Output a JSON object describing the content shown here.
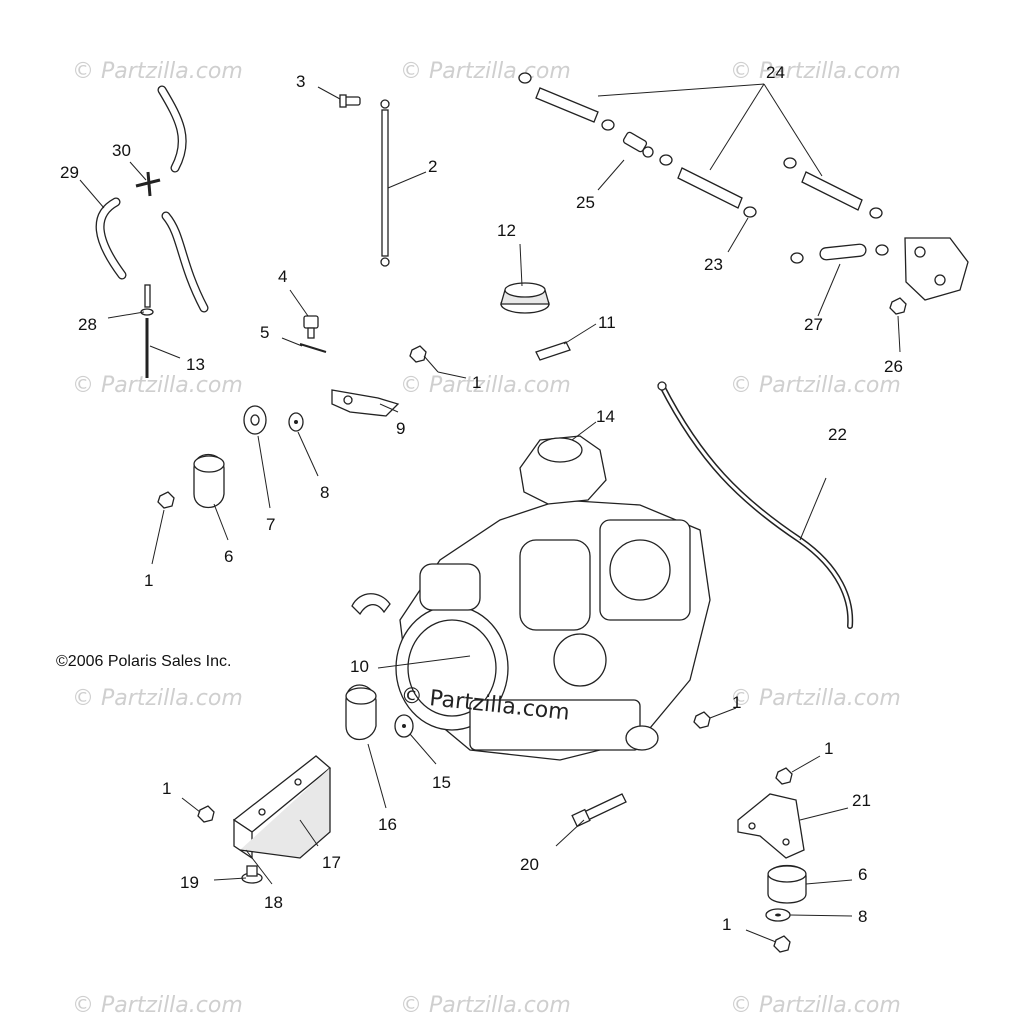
{
  "watermarks": {
    "site": "© Partzilla.com",
    "center": "© Partzilla.com"
  },
  "copyright": "©2006 Polaris Sales Inc.",
  "callouts": {
    "c1a": "1",
    "c1b": "1",
    "c1c": "1",
    "c1d": "1",
    "c1e": "1",
    "c1f": "1",
    "c2": "2",
    "c3": "3",
    "c4": "4",
    "c5": "5",
    "c6a": "6",
    "c6b": "6",
    "c7": "7",
    "c8a": "8",
    "c8b": "8",
    "c9": "9",
    "c10": "10",
    "c11": "11",
    "c12": "12",
    "c13": "13",
    "c14": "14",
    "c15": "15",
    "c16": "16",
    "c17": "17",
    "c18": "18",
    "c19": "19",
    "c20": "20",
    "c21": "21",
    "c22": "22",
    "c23": "23",
    "c24": "24",
    "c25": "25",
    "c26": "26",
    "c27": "27",
    "c28": "28",
    "c29": "29",
    "c30": "30"
  }
}
